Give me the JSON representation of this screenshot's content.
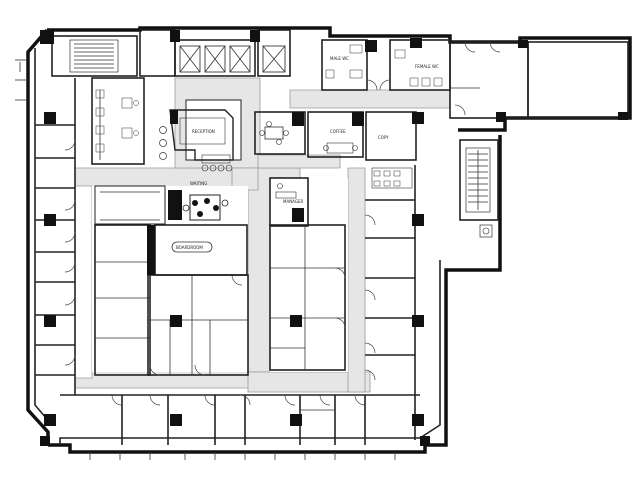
{
  "rooms": {
    "reception": "RECEPTION",
    "waiting": "WAITING",
    "boardroom": "BOARDROOM",
    "coffee": "COFFEE",
    "copy": "COPY",
    "manager": "MANAGER",
    "male_wc": "MALE WC",
    "female_wc": "FEMALE WC"
  },
  "colors": {
    "walls": "#111111",
    "corridor": "#e6e6e6",
    "background": "#ffffff"
  }
}
